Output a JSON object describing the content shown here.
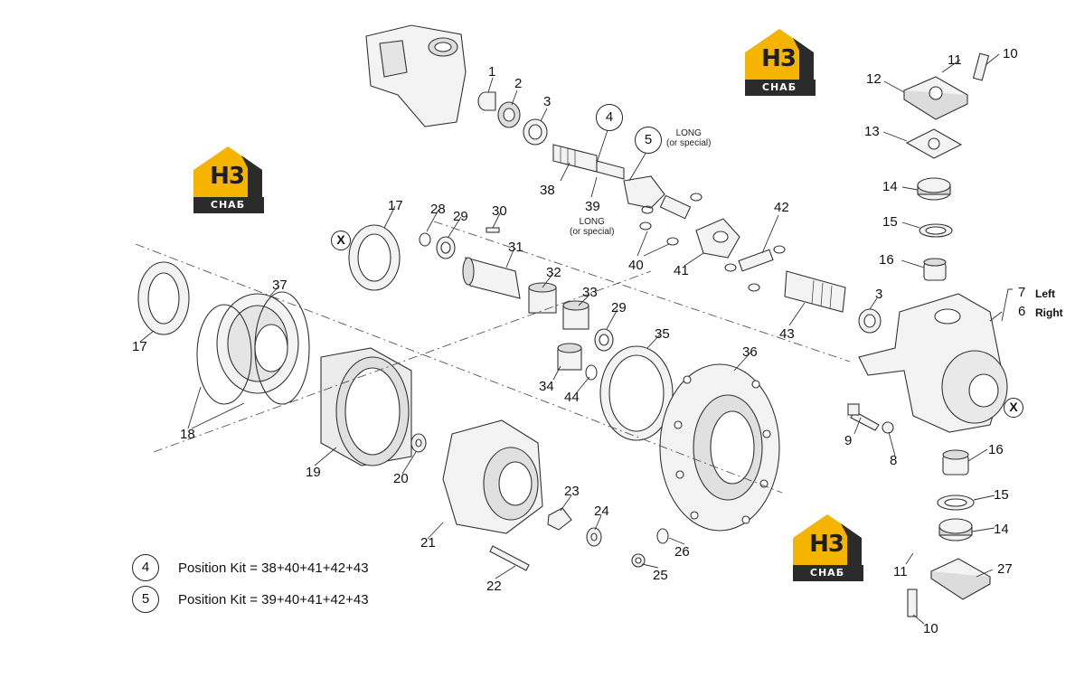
{
  "logo": {
    "main": "H3",
    "sub": "СНАБ",
    "accent": "#f5b400",
    "dark": "#2b2b2b"
  },
  "callouts": [
    "1",
    "2",
    "3",
    "4",
    "5",
    "38",
    "39",
    "40",
    "41",
    "42",
    "43",
    "3",
    "7",
    "6",
    "8",
    "9",
    "10",
    "11",
    "12",
    "13",
    "14",
    "15",
    "16",
    "16",
    "15",
    "14",
    "27",
    "11",
    "10",
    "17",
    "28",
    "29",
    "30",
    "31",
    "32",
    "33",
    "29",
    "34",
    "44",
    "35",
    "36",
    "37",
    "17",
    "18",
    "19",
    "20",
    "21",
    "22",
    "23",
    "24",
    "25",
    "26"
  ],
  "notes": {
    "long_1": "LONG",
    "special_1": "(or special)",
    "long_2": "LONG",
    "special_2": "(or special)"
  },
  "side_labels": {
    "left": "Left",
    "right": "Right"
  },
  "x_marker": "X",
  "kits": [
    {
      "number": "4",
      "text": "Position Kit = 38+40+41+42+43"
    },
    {
      "number": "5",
      "text": "Position Kit = 39+40+41+42+43"
    }
  ],
  "colors": {
    "line": "#333333",
    "fill": "#f2f2f2",
    "shade": "#c8c8c8"
  }
}
